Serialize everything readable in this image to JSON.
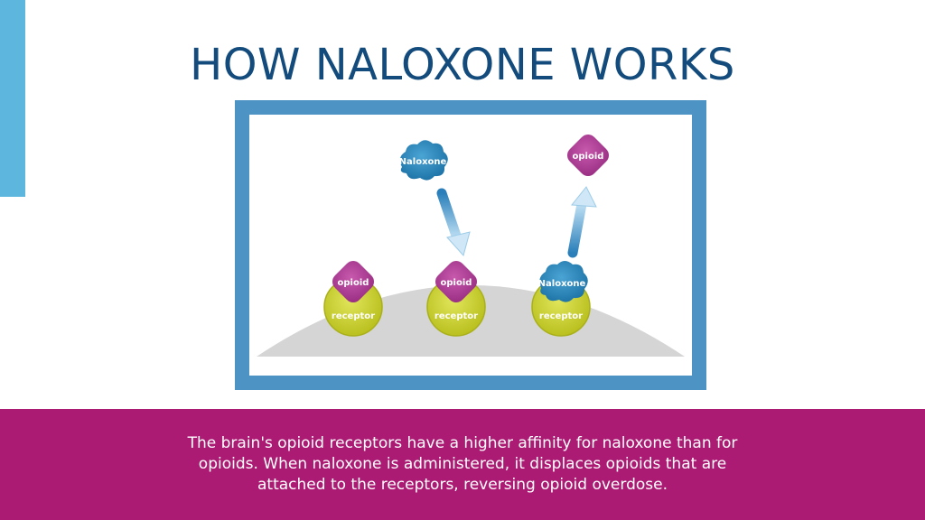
{
  "slide": {
    "title": "HOW NALOXONE WORKS",
    "caption": "The brain's opioid receptors have a higher affinity for naloxone than for opioids. When naloxone is administered, it displaces opioids that are attached to the receptors, reversing opioid overdose."
  },
  "diagram": {
    "receptor_label": "receptor",
    "opioid_label": "opioid",
    "naloxone_label": "Naloxone"
  },
  "colors": {
    "accent": "#5cb6de",
    "title": "#134c7c",
    "frame": "#4d93c4",
    "footer": "#ab1a73",
    "receptor": "#c8cf2b",
    "opioid": "#b13f97",
    "naloxone": "#2f8bbf",
    "ground": "#d5d5d5"
  }
}
